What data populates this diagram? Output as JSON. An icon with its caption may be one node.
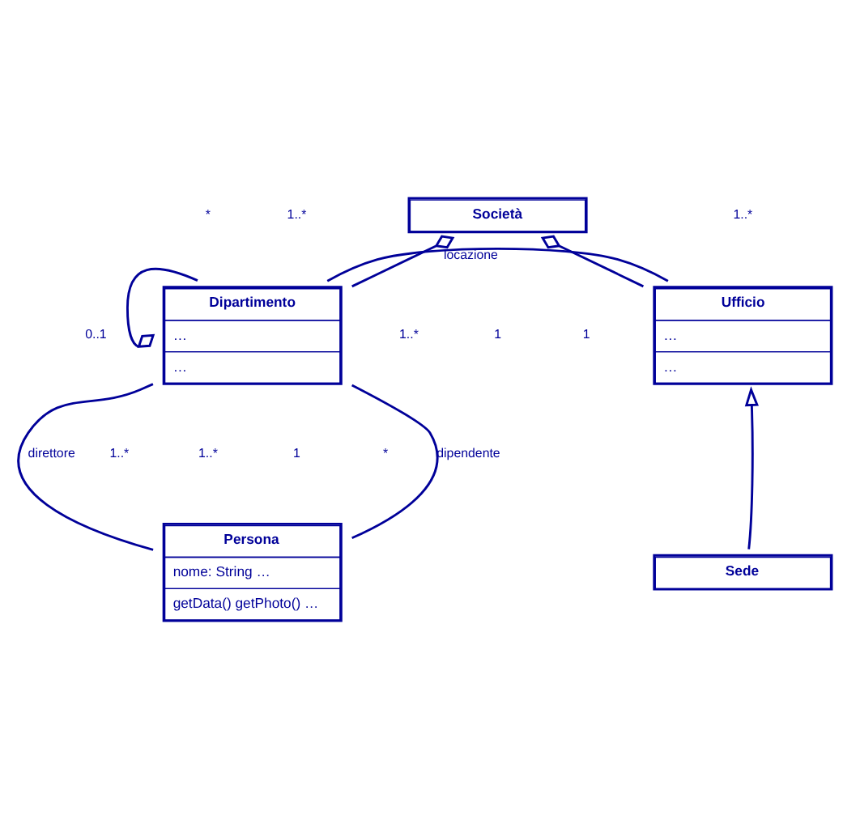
{
  "diagram": {
    "nodes": [
      {
        "text": [
          "Società"
        ]
      },
      {
        "text": [
          "Dipartimento",
          "…",
          "…"
        ]
      },
      {
        "text": [
          "Ufficio",
          "…",
          "…"
        ]
      },
      {
        "text": [
          "Persona",
          "nome: String …",
          "getData() getPhoto() …"
        ]
      },
      {
        "text": [
          "Sede"
        ]
      }
    ],
    "edges": [
      {
        "from": 0,
        "to": 1,
        "arrow": "other"
      },
      {
        "from": 0,
        "to": 2,
        "arrow": "other"
      },
      {
        "from": 1,
        "to": 1,
        "arrow": "other"
      },
      {
        "from": 1,
        "to": 2,
        "arrow": "none",
        "label": "locazione"
      },
      {
        "from": 1,
        "to": 3,
        "arrow": "none",
        "label": "dipendente"
      },
      {
        "from": 1,
        "to": 3,
        "arrow": "none",
        "label": "direttore"
      },
      {
        "from": 4,
        "to": 2,
        "arrow": "to"
      }
    ],
    "labels": [
      "1",
      "*",
      "1..*",
      "1..*",
      "0..1",
      "1..*",
      "1",
      "1..*",
      "*",
      "1..*",
      "1"
    ]
  }
}
